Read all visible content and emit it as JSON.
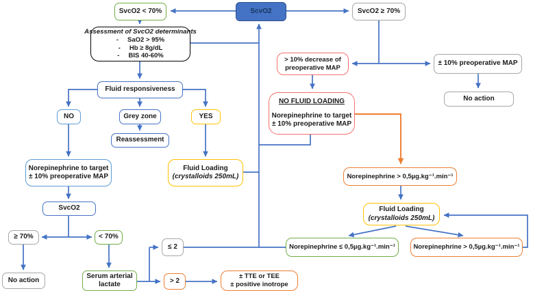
{
  "title": "ScvO2-guided hemodynamic algorithm flowchart",
  "colors": {
    "connector_blue": "#4472C4",
    "connector_orange": "#ED7D31",
    "border_blue": "#4472C4",
    "border_light_blue": "#5B9BD5",
    "border_green": "#70AD47",
    "border_yellow": "#FFC000",
    "border_orange": "#ED7D31",
    "border_red": "#F4706E",
    "border_gray": "#A6A6A6",
    "border_black": "#000000",
    "node_fill_blue": "#4472C4",
    "text_dark": "#1a1a1a",
    "scvo2_text": "#17375E"
  },
  "nodes": {
    "svco2_lt70": "SvcO2 < 70%",
    "scvo2": "ScvO2",
    "svco2_ge70": "SvcO2 ≥ 70%",
    "assessment_title": "Assessment of SvcO2 determinants",
    "assessment_bullet": "-",
    "assessment_item1": "SaO2 > 95%",
    "assessment_item2": "Hb ≥ 8g/dL",
    "assessment_item3": "BIS 40-60%",
    "fluid_responsiveness": "Fluid responsiveness",
    "no": "NO",
    "grey_zone": "Grey zone",
    "yes": "YES",
    "reassessment": "Reassessment",
    "norepi_target_line1": "Norepinephrine to target",
    "norepi_target_line2": "± 10% preoperative MAP",
    "fluid_loading_line1": "Fluid Loading",
    "fluid_loading_line2": "(crystalloids 250mL)",
    "svco2_small": "SvcO2",
    "ge70": "≥ 70%",
    "lt70": "< 70%",
    "no_action": "No action",
    "serum_lactate_line1": "Serum arterial",
    "serum_lactate_line2": "lactate",
    "le2": "≤ 2",
    "gt2": "> 2",
    "tte_line1": "± TTE or TEE",
    "tte_line2": "± positive inotrope",
    "dec_map_line1": "> 10% decrease of",
    "dec_map_line2": "preoperative MAP",
    "pm_map": "± 10% preoperative MAP",
    "nfl_title": "NO FLUID LOADING",
    "nfl_line1": "Norepinephrine to target",
    "nfl_line2": "± 10% preoperative MAP",
    "norepi_gt": "Norepinephrine > 0,5µg.kg⁻¹.min⁻¹",
    "norepi_le": "Norepinephrine ≤ 0,5µg.kg⁻¹.min⁻¹"
  }
}
